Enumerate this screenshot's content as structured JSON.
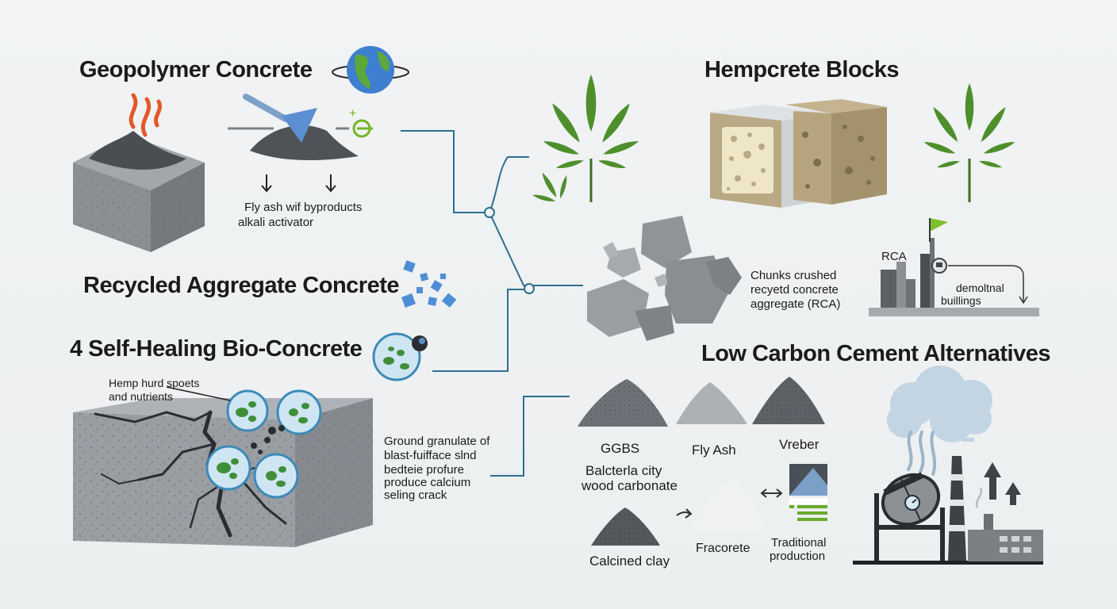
{
  "headings": {
    "geopolymer": "Geopolymer Concrete",
    "hempcrete": "Hempcrete Blocks",
    "recycled": "Recycled Aggregate Concrete",
    "selfhealing": "4 Self-Healing Bio-Concrete",
    "lowcarbon": "Low Carbon Cement Alternatives"
  },
  "geopolymer": {
    "caption_line1": "Fly ash wif byproducts",
    "caption_line2": "alkali activator"
  },
  "recycled": {
    "caption_line1": "Chunks crushed",
    "caption_line2": "recyetd concrete",
    "caption_line3": "aggregate (RCA)",
    "rca_label": "RCA",
    "demolition_line1": "demoltnal",
    "demolition_line2": "buillings"
  },
  "selfhealing": {
    "callout_line1": "Hemp hurd spoets",
    "callout_line2": "and nutrients",
    "desc_line1": "Ground granulate of",
    "desc_line2": "blast-fuifface slnd",
    "desc_line3": "bedteie profure",
    "desc_line4": "produce calcium",
    "desc_line5": "seling crack"
  },
  "lowcarbon": {
    "ggbs": "GGBS",
    "flyash": "Fly Ash",
    "vreber": "Vreber",
    "bact_line1": "Balcterla city",
    "bact_line2": "wood carbonate",
    "calcined": "Calcined clay",
    "fracorete": "Fracorete",
    "trad_line1": "Traditional",
    "trad_line2": "production"
  },
  "colors": {
    "connector": "#2d6f8f",
    "leaf": "#4e8f2c",
    "concrete": "#8d9196",
    "flame": "#e2582a",
    "bio_green": "#3f8f3a"
  }
}
